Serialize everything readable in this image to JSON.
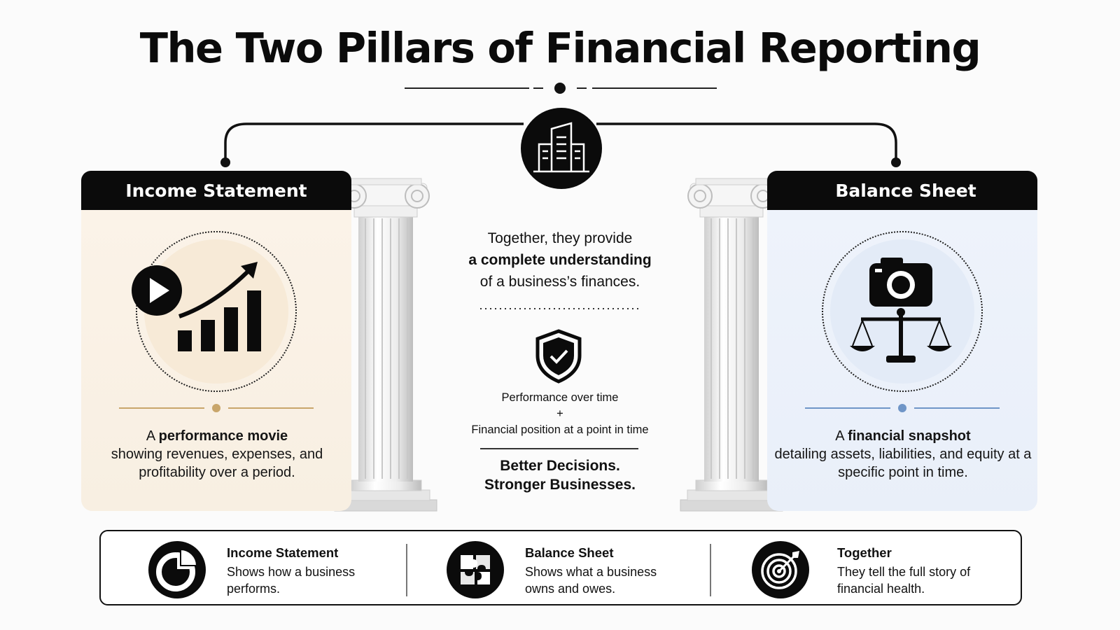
{
  "title": "The Two Pillars of Financial Reporting",
  "left_card": {
    "header": "Income Statement",
    "desc_prefix": "A ",
    "desc_bold": "performance movie",
    "desc_rest": "showing revenues, expenses, and profitability over a period."
  },
  "right_card": {
    "header": "Balance Sheet",
    "desc_prefix": "A ",
    "desc_bold": "financial snapshot",
    "desc_rest": "detailing assets, liabilities, and equity at a specific point in time."
  },
  "center": {
    "together_line1": "Together, they provide",
    "together_bold": "a complete understanding",
    "together_line3": "of a business’s finances.",
    "performance": "Performance over time",
    "plus": "+",
    "position": "Financial position at a point in time",
    "strong1": "Better Decisions.",
    "strong2": "Stronger Businesses."
  },
  "summary": [
    {
      "title": "Income Statement",
      "text": "Shows how a business performs.",
      "icon": "pie-chart-icon"
    },
    {
      "title": "Balance Sheet",
      "text": "Shows what a business owns and owes.",
      "icon": "puzzle-icon"
    },
    {
      "title": "Together",
      "text": "They tell the full story of financial health.",
      "icon": "target-icon"
    }
  ],
  "colors": {
    "header_bg": "#0b0b0b",
    "left_tint": "#f8efe2",
    "right_tint": "#e9eff9",
    "left_accent": "#c9a66b",
    "right_accent": "#6f95c7"
  }
}
